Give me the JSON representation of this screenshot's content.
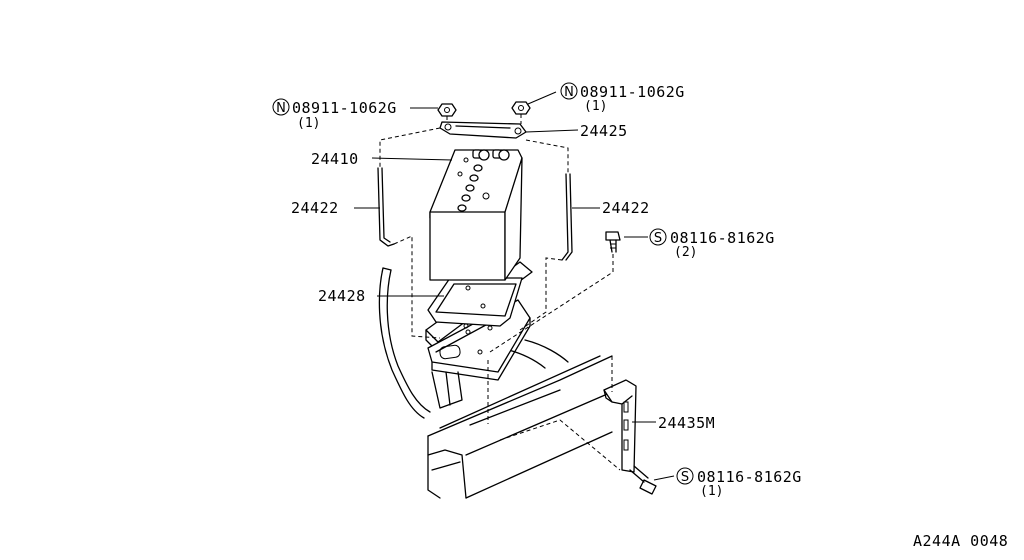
{
  "labels": {
    "nut_left": {
      "marker": "N",
      "part_no": "08911-1062G",
      "qty": "(1)"
    },
    "nut_right": {
      "marker": "N",
      "part_no": "08911-1062G",
      "qty": "(1)"
    },
    "bolt_upper": {
      "marker": "S",
      "part_no": "08116-8162G",
      "qty": "(2)"
    },
    "bolt_lower": {
      "marker": "S",
      "part_no": "08116-8162G",
      "qty": "(1)"
    },
    "clamp_bar": "24425",
    "battery": "24410",
    "rod_left": "24422",
    "rod_right": "24422",
    "tray": "24428",
    "bracket": "24435M"
  },
  "figure_code": "A244A 0048"
}
